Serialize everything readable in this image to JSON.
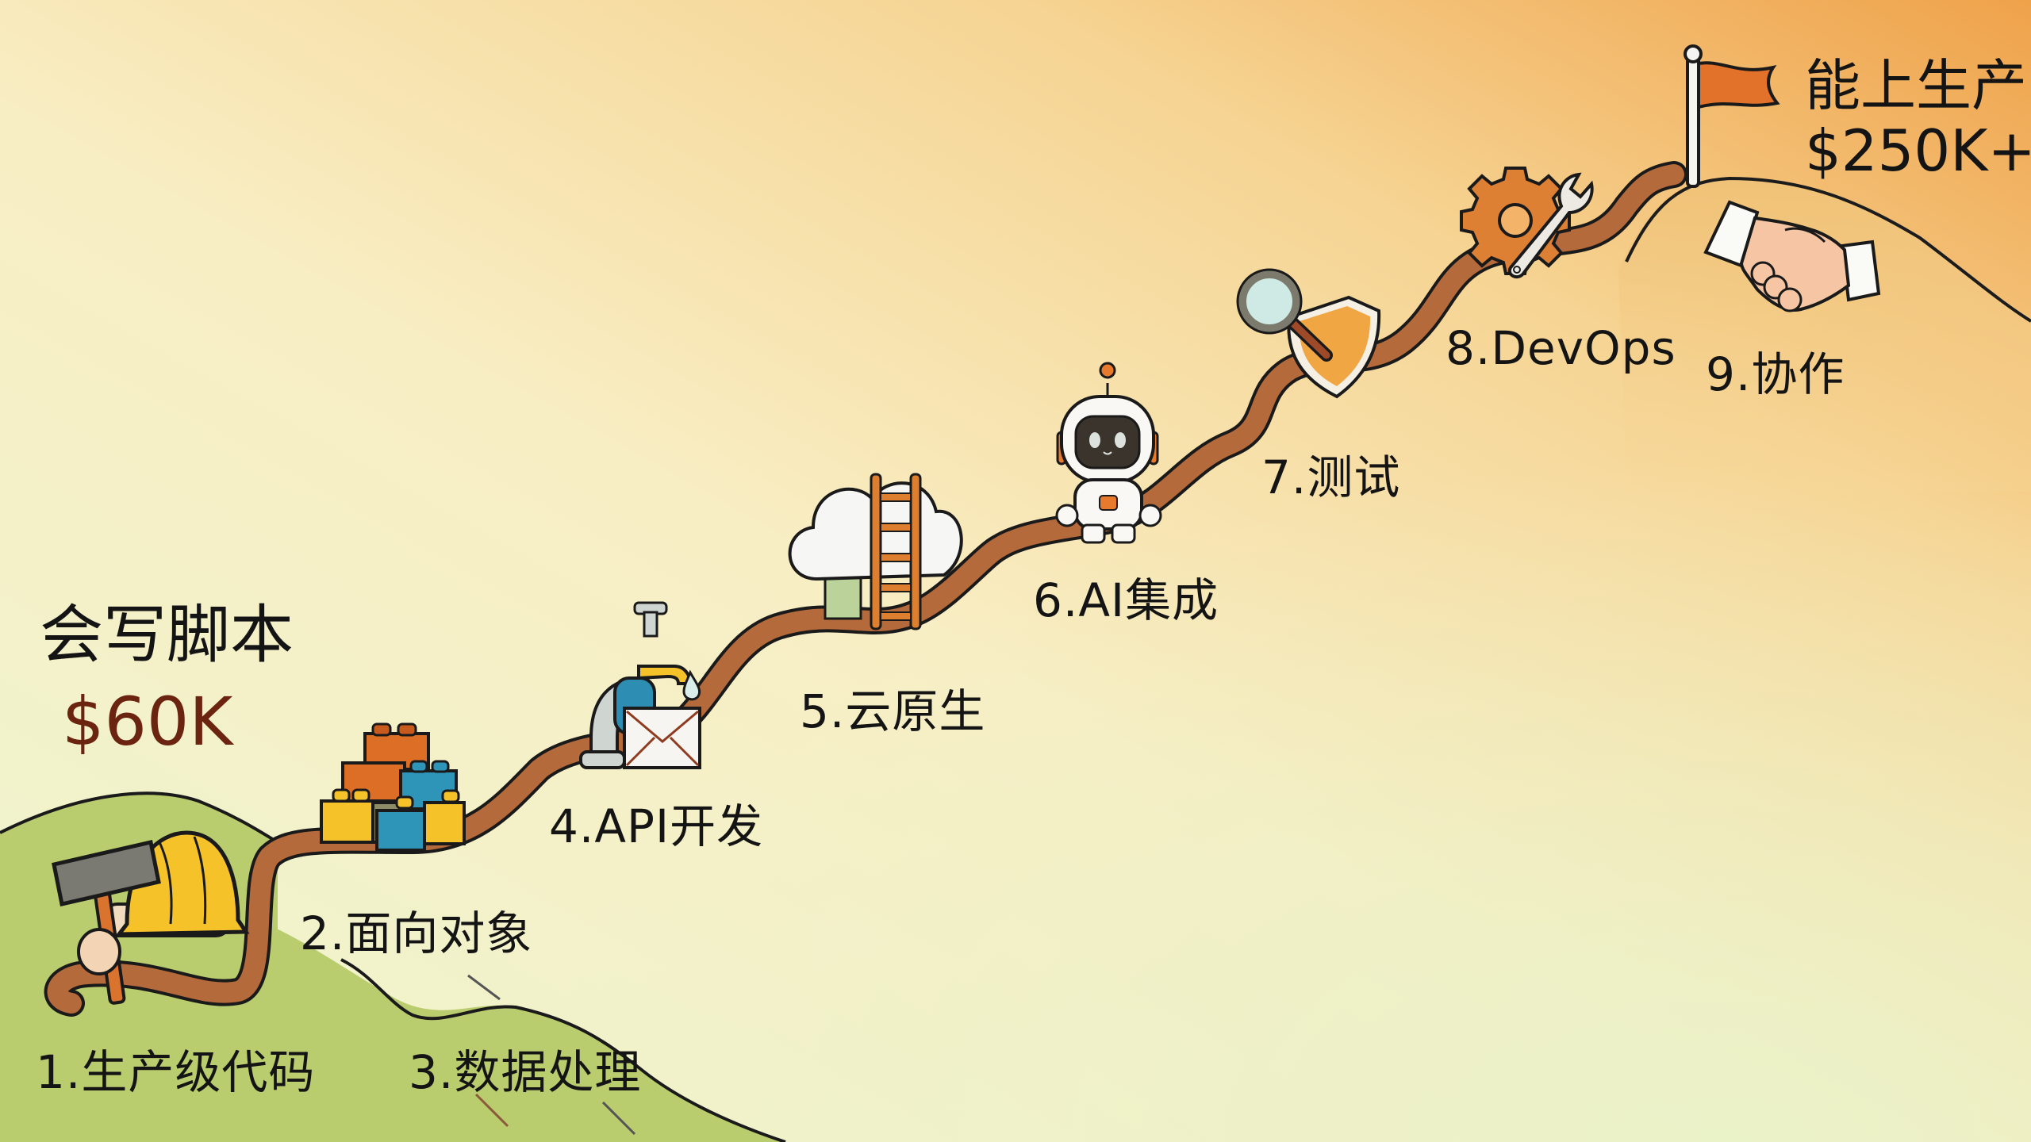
{
  "start": {
    "title": "会写脚本",
    "salary": "$60K"
  },
  "goal": {
    "title": "能上生产",
    "salary": "$250K+"
  },
  "steps": [
    {
      "number": "1.",
      "label": "生产级代码",
      "icon": "hammer-hardhat-icon"
    },
    {
      "number": "2.",
      "label": "面向对象",
      "icon": "building-blocks-icon"
    },
    {
      "number": "3.",
      "label": "数据处理",
      "icon": "none"
    },
    {
      "number": "4.",
      "label": "API开发",
      "icon": "faucet-envelope-icon"
    },
    {
      "number": "5.",
      "label": "云原生",
      "icon": "cloud-ladder-icon"
    },
    {
      "number": "6.",
      "label": "AI集成",
      "icon": "robot-icon"
    },
    {
      "number": "7.",
      "label": "测试",
      "icon": "magnifier-shield-icon"
    },
    {
      "number": "8.",
      "label": "DevOps",
      "icon": "gear-wrench-icon"
    },
    {
      "number": "9.",
      "label": "协作",
      "icon": "handshake-icon"
    }
  ],
  "colors": {
    "sky_top_right": "#EFA64F",
    "sky_bottom_left": "#F3F6D2",
    "path": "#B46A3A",
    "hill_green": "#B9CC6E",
    "salary_start": "#6B2410",
    "flag": "#E2712A"
  }
}
